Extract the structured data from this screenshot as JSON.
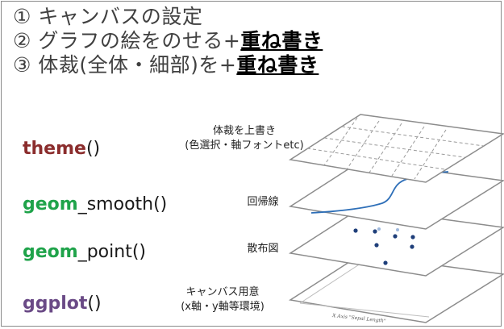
{
  "steps": [
    {
      "plain": "① キャンバスの設定",
      "emph": ""
    },
    {
      "plain": "② グラフの絵をのせる+",
      "emph": "重ね書き"
    },
    {
      "plain": "③ 体裁(全体・細部)を+",
      "emph": "重ね書き"
    }
  ],
  "functions": [
    {
      "keyword": "theme",
      "rest": "()",
      "color": "#8b2d2d"
    },
    {
      "keyword": "geom",
      "rest": "_smooth()",
      "color": "#1fa34a"
    },
    {
      "keyword": "geom",
      "rest": "_point()",
      "color": "#1fa34a"
    },
    {
      "keyword": "ggplot",
      "rest": "()",
      "color": "#6a4a86"
    }
  ],
  "notes": [
    {
      "line1": "体裁を上書き",
      "line2": "(色選択・軸フォントetc)"
    },
    {
      "line1": "回帰線",
      "line2": ""
    },
    {
      "line1": "散布図",
      "line2": ""
    },
    {
      "line1": "キャンバス用意",
      "line2": "(x軸・y軸等環境)"
    }
  ],
  "axis_label": "X Axis \"Sepal Length\"",
  "colors": {
    "curve": "#2e6fb8",
    "points": "#1f3f7a",
    "grid": "#9a9a9a"
  }
}
